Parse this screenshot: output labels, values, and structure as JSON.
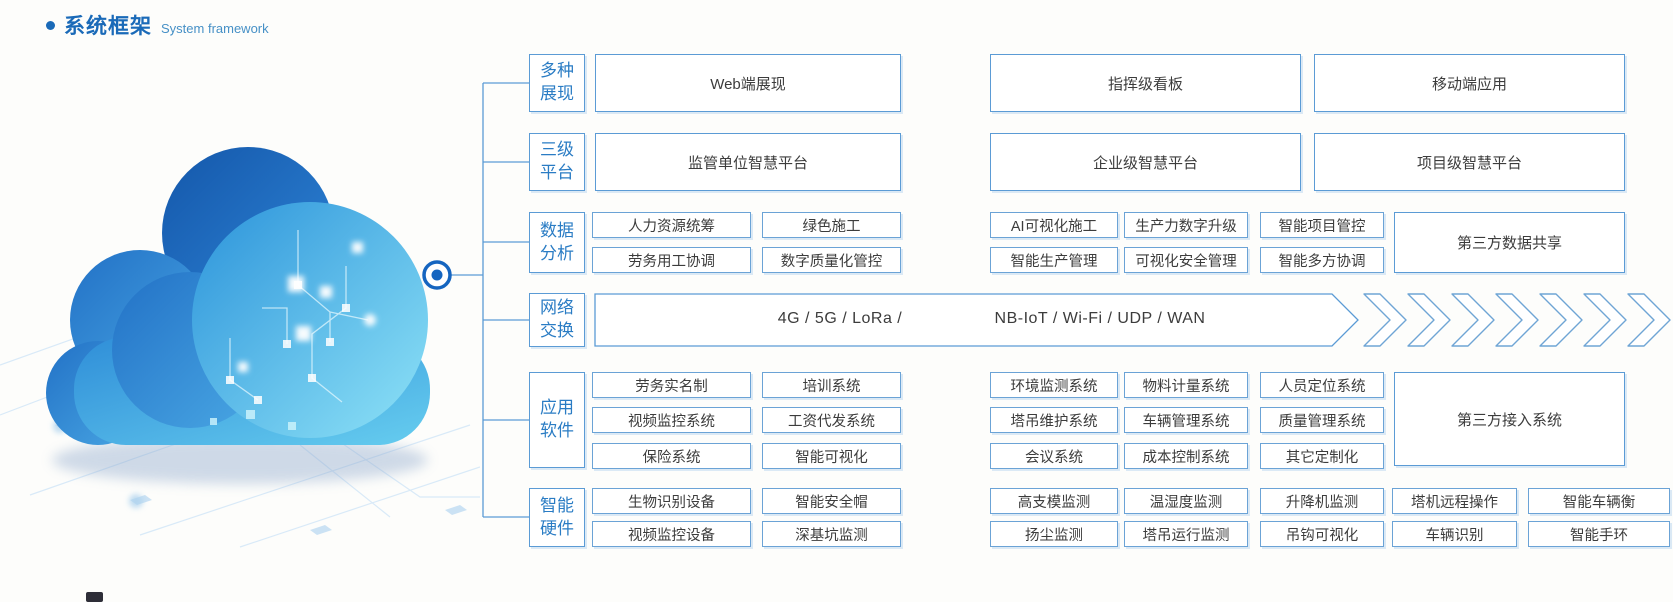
{
  "title": {
    "zh": "系统框架",
    "en": "System framework"
  },
  "colors": {
    "accent": "#1a6ab8",
    "category_text": "#2a7cc4",
    "box_border": "#6ba3d6",
    "line": "#5b9bd5",
    "box_text": "#3c3c3c",
    "cloud_dark": "#1559ac",
    "cloud_light": "#8fe3f7"
  },
  "icons": {
    "bullet": "dot",
    "link_node": "circle-node",
    "flow_chevrons": "double-angle-right"
  },
  "categories": {
    "display": {
      "line1": "多种",
      "line2": "展现"
    },
    "platform": {
      "line1": "三级",
      "line2": "平台"
    },
    "data": {
      "line1": "数据",
      "line2": "分析"
    },
    "network": {
      "line1": "网络",
      "line2": "交换"
    },
    "software": {
      "line1": "应用",
      "line2": "软件"
    },
    "hardware": {
      "line1": "智能",
      "line2": "硬件"
    }
  },
  "rows": {
    "display": [
      "Web端展现",
      "指挥级看板",
      "移动端应用"
    ],
    "platform": [
      "监管单位智慧平台",
      "企业级智慧平台",
      "项目级智慧平台"
    ],
    "data": {
      "left": [
        [
          "人力资源统筹",
          "绿色施工"
        ],
        [
          "劳务用工协调",
          "数字质量化管控"
        ]
      ],
      "right": [
        [
          "AI可视化施工",
          "生产力数字升级",
          "智能项目管控"
        ],
        [
          "智能生产管理",
          "可视化安全管理",
          "智能多方协调"
        ]
      ],
      "share": "第三方数据共享"
    },
    "network": {
      "left": "4G / 5G / LoRa /",
      "right": "NB-IoT / Wi-Fi / UDP / WAN"
    },
    "software": {
      "left": [
        [
          "劳务实名制",
          "培训系统"
        ],
        [
          "视频监控系统",
          "工资代发系统"
        ],
        [
          "保险系统",
          "智能可视化"
        ]
      ],
      "right": [
        [
          "环境监测系统",
          "物料计量系统",
          "人员定位系统"
        ],
        [
          "塔吊维护系统",
          "车辆管理系统",
          "质量管理系统"
        ],
        [
          "会议系统",
          "成本控制系统",
          "其它定制化"
        ]
      ],
      "share": "第三方接入系统"
    },
    "hardware": {
      "left": [
        [
          "生物识别设备",
          "智能安全帽"
        ],
        [
          "视频监控设备",
          "深基坑监测"
        ]
      ],
      "right": [
        [
          "高支模监测",
          "温湿度监测",
          "升降机监测",
          "塔机远程操作",
          "智能车辆衡"
        ],
        [
          "扬尘监测",
          "塔吊运行监测",
          "吊钩可视化",
          "车辆识别",
          "智能手环"
        ]
      ]
    }
  }
}
